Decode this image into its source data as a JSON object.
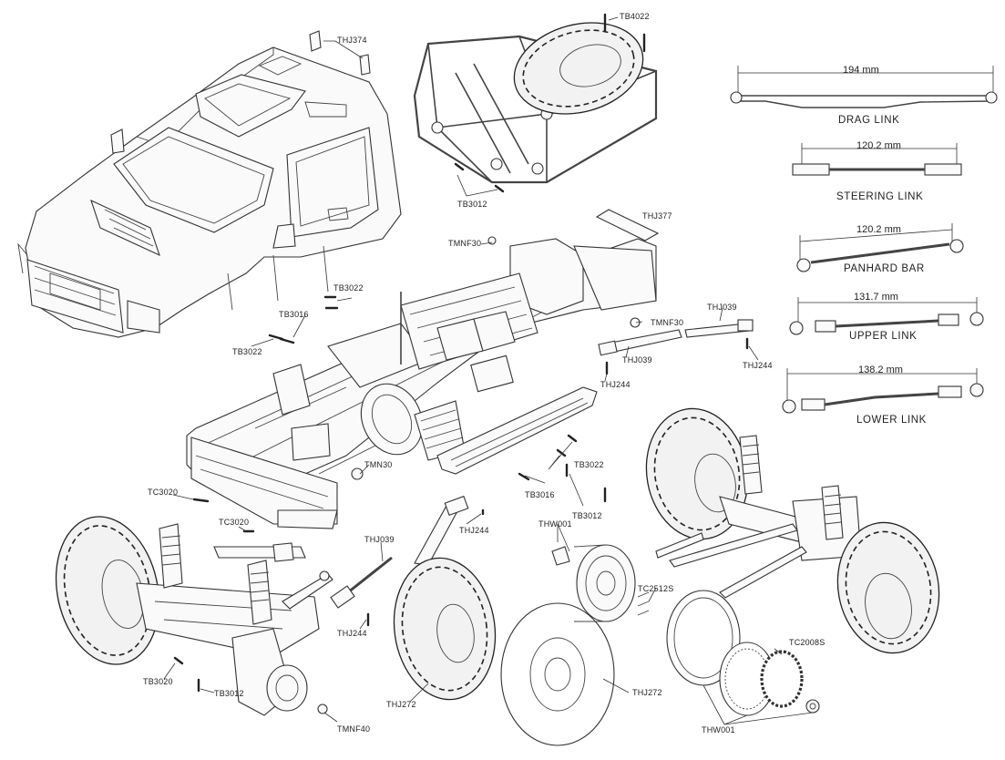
{
  "links": [
    {
      "name": "DRAG LINK",
      "length": "194 mm"
    },
    {
      "name": "STEERING LINK",
      "length": "120.2 mm"
    },
    {
      "name": "PANHARD BAR",
      "length": "120.2 mm"
    },
    {
      "name": "UPPER LINK",
      "length": "131.7 mm"
    },
    {
      "name": "LOWER LINK",
      "length": "138.2 mm"
    }
  ],
  "parts": {
    "thj374": "THJ374",
    "tb4022": "TB4022",
    "tb3012_cage": "TB3012",
    "thj377": "THJ377",
    "tmnf30_top": "TMNF30",
    "tb3022_left": "TB3022",
    "tb3016_left": "TB3016",
    "tb3022_left2": "TB3022",
    "tmnf30_right": "TMNF30",
    "thj039_top": "THJ039",
    "thj039_mid": "THJ039",
    "thj244_right": "THJ244",
    "thj244_mid": "THJ244",
    "tmn30": "TMN30",
    "tb3022_bottom": "TB3022",
    "tb3016_bottom": "TB3016",
    "tb3012_bottom": "TB3012",
    "tc3020_a": "TC3020",
    "tc3020_b": "TC3020",
    "thj039_left": "THJ039",
    "thj244_upper": "THJ244",
    "thj244_lower": "THJ244",
    "thw001_top": "THW001",
    "tc2512s": "TC2512S",
    "tb3020": "TB3020",
    "tb3012_axle": "TB3012",
    "tmnf40": "TMNF40",
    "thj272_left": "THJ272",
    "thj272_right": "THJ272",
    "tc2008s": "TC2008S",
    "thw001_bottom": "THW001"
  }
}
